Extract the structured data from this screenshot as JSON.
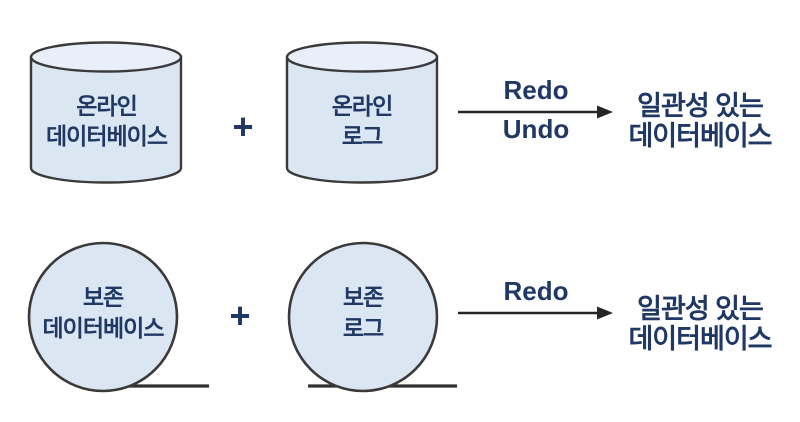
{
  "colors": {
    "text_navy": "#1f3864",
    "shape_fill": "#dbe6f3",
    "shape_top_fill": "#e9eff8",
    "shape_stroke": "#3a3a3a",
    "arrow_color": "#262626",
    "background": "#ffffff"
  },
  "top_row": {
    "database": {
      "line1": "온라인",
      "line2": "데이터베이스"
    },
    "plus": "+",
    "log": {
      "line1": "온라인",
      "line2": "로그"
    },
    "arrow": {
      "above": "Redo",
      "below": "Undo"
    },
    "result": {
      "line1": "일관성 있는",
      "line2": "데이터베이스"
    }
  },
  "bottom_row": {
    "database": {
      "line1": "보존",
      "line2": "데이터베이스"
    },
    "plus": "+",
    "log": {
      "line1": "보존",
      "line2": "로그"
    },
    "arrow": {
      "above": "Redo"
    },
    "result": {
      "line1": "일관성 있는",
      "line2": "데이터베이스"
    }
  }
}
